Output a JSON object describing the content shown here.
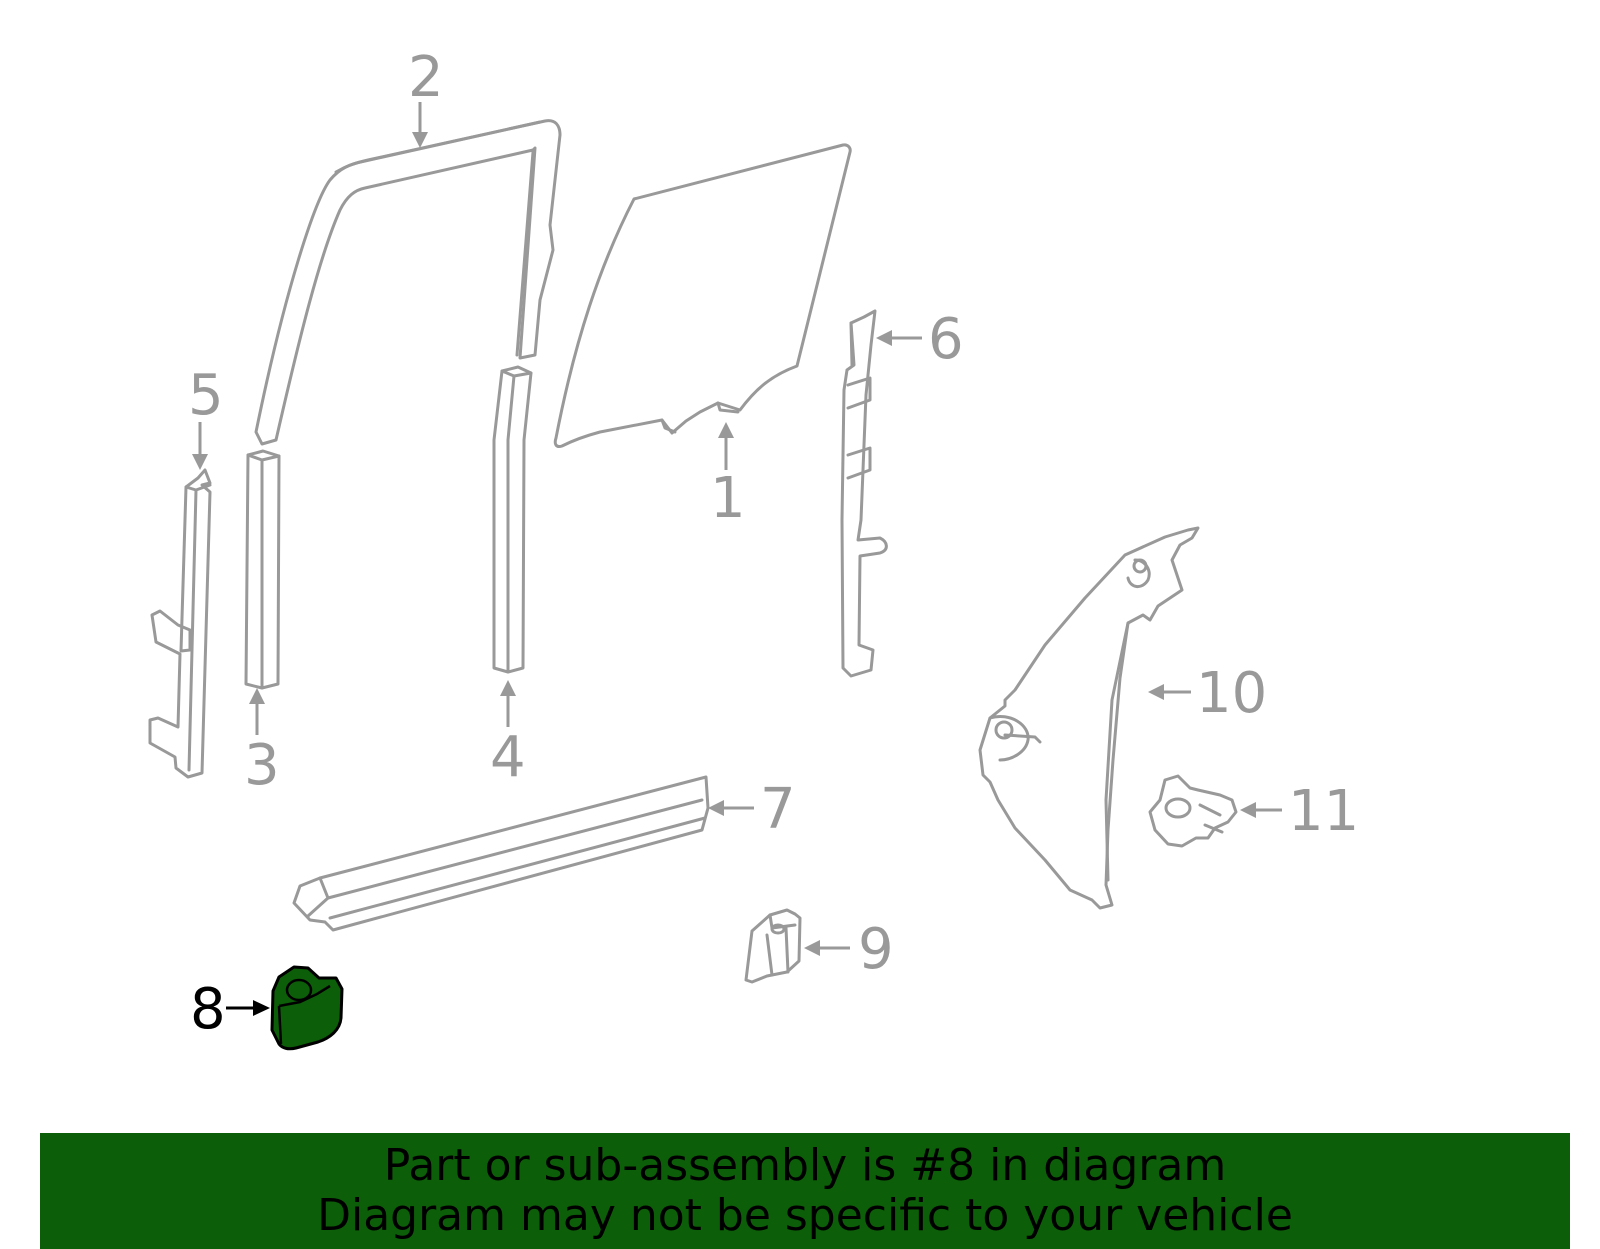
{
  "callouts": {
    "c1": "1",
    "c2": "2",
    "c3": "3",
    "c4": "4",
    "c5": "5",
    "c6": "6",
    "c7": "7",
    "c8": "8",
    "c9": "9",
    "c10": "10",
    "c11": "11"
  },
  "highlight": {
    "part": "8",
    "color": "#0d5e08"
  },
  "banner": {
    "line1": "Part or sub-assembly is #8 in diagram",
    "line2": "Diagram may not be specific to your vehicle",
    "background": "#0d5e08"
  }
}
